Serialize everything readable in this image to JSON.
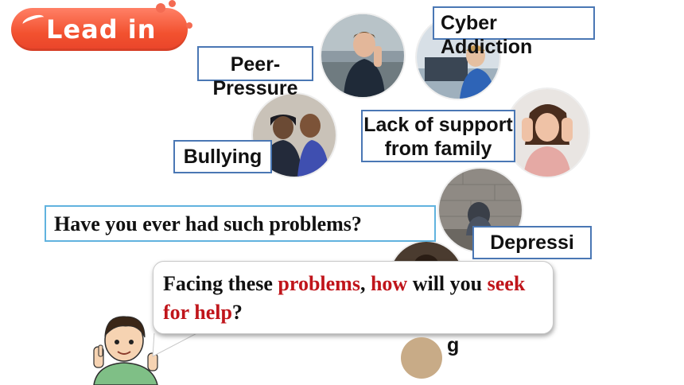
{
  "badge": {
    "text": "Lead in"
  },
  "labels": {
    "peer_pressure": "Peer-Pressure",
    "cyber_addiction": "Cyber Addiction",
    "bullying": "Bullying",
    "lack_support": "Lack of support from family",
    "depression": "Depressi",
    "stray_g": "g"
  },
  "question": "Have you ever had such problems?",
  "bubble": {
    "p1": "Facing these ",
    "w1": "problems",
    "p2": ", ",
    "w2": "how",
    "p3": " will you ",
    "w3": "seek for help",
    "p4": "?"
  },
  "colors": {
    "badge": "#f2512f",
    "label_border": "#4a77b4",
    "question_border": "#61b3df",
    "emphasis": "#c0151b"
  }
}
